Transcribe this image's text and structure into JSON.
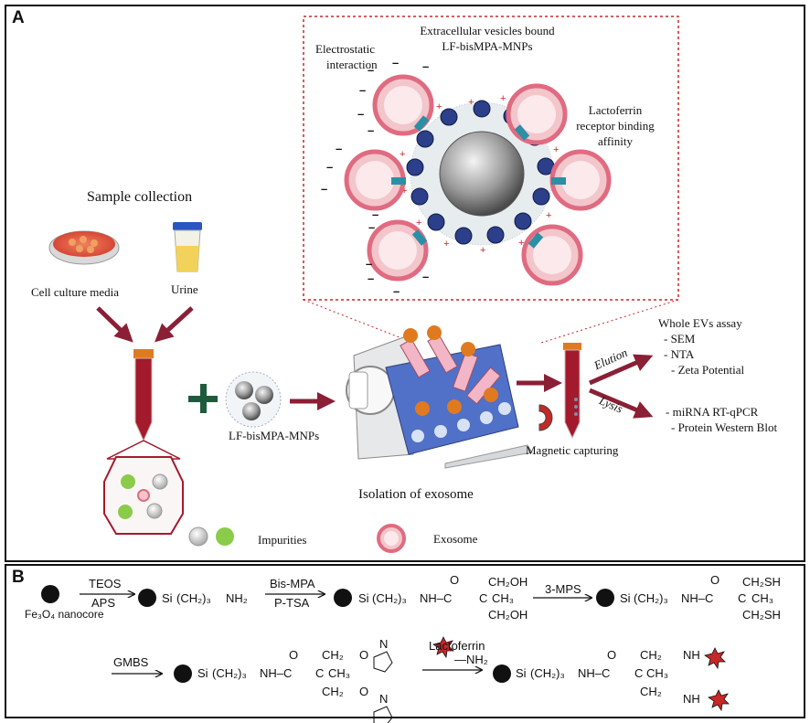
{
  "panelA": {
    "label": "A",
    "inset": {
      "title_line1": "Extracellular vesicles bound",
      "title_line2": "LF-bisMPA-MNPs",
      "electrostatic_line1": "Electrostatic",
      "electrostatic_line2": "interaction",
      "lactoferrin_line1": "Lactoferrin",
      "lactoferrin_line2": "receptor binding",
      "lactoferrin_line3": "affinity"
    },
    "sample_collection": "Sample collection",
    "cell_culture_media": "Cell culture media",
    "urine": "Urine",
    "lf_mnps_label": "LF-bisMPA-MNPs",
    "isolation": "Isolation of exosome",
    "magnetic_capturing": "Magnetic capturing",
    "elution": "Elution",
    "lysis": "Lysis",
    "whole_evs_assay": "Whole EVs assay",
    "assay_sem": "- SEM",
    "assay_nta": "- NTA",
    "assay_zeta": "- Zeta Potential",
    "assay_mirna": "- miRNA RT-qPCR",
    "assay_western": "- Protein Western Blot",
    "legend_impurities": "Impurities",
    "legend_exosome": "Exosome",
    "colors": {
      "arrow": "#8a1f35",
      "plus": "#1e5b3d",
      "dotted_border": "#c62828",
      "membrane": "#e58a9a",
      "tube": "#a31a2c",
      "cap": "#e07a1f"
    }
  },
  "panelB": {
    "label": "B",
    "fe3o4": "Fe₃O₄ nanocore",
    "teos": "TEOS",
    "aps": "APS",
    "bismpa": "Bis-MPA",
    "ptsa": "P-TSA",
    "three_mps": "3-MPS",
    "gmbs": "GMBS",
    "lactoferrin": "Lactoferrin",
    "nh2": "—NH₂",
    "si": "Si",
    "ch2_3": "(CH₂)₃",
    "nh2_end": "NH₂",
    "nh_c": "NH–C",
    "o": "O",
    "ch2oh": "CH₂OH",
    "ch2sh": "CH₂SH",
    "ch3": "CH₃",
    "c": "C",
    "ch2": "CH₂",
    "nh": "NH",
    "n": "N"
  }
}
